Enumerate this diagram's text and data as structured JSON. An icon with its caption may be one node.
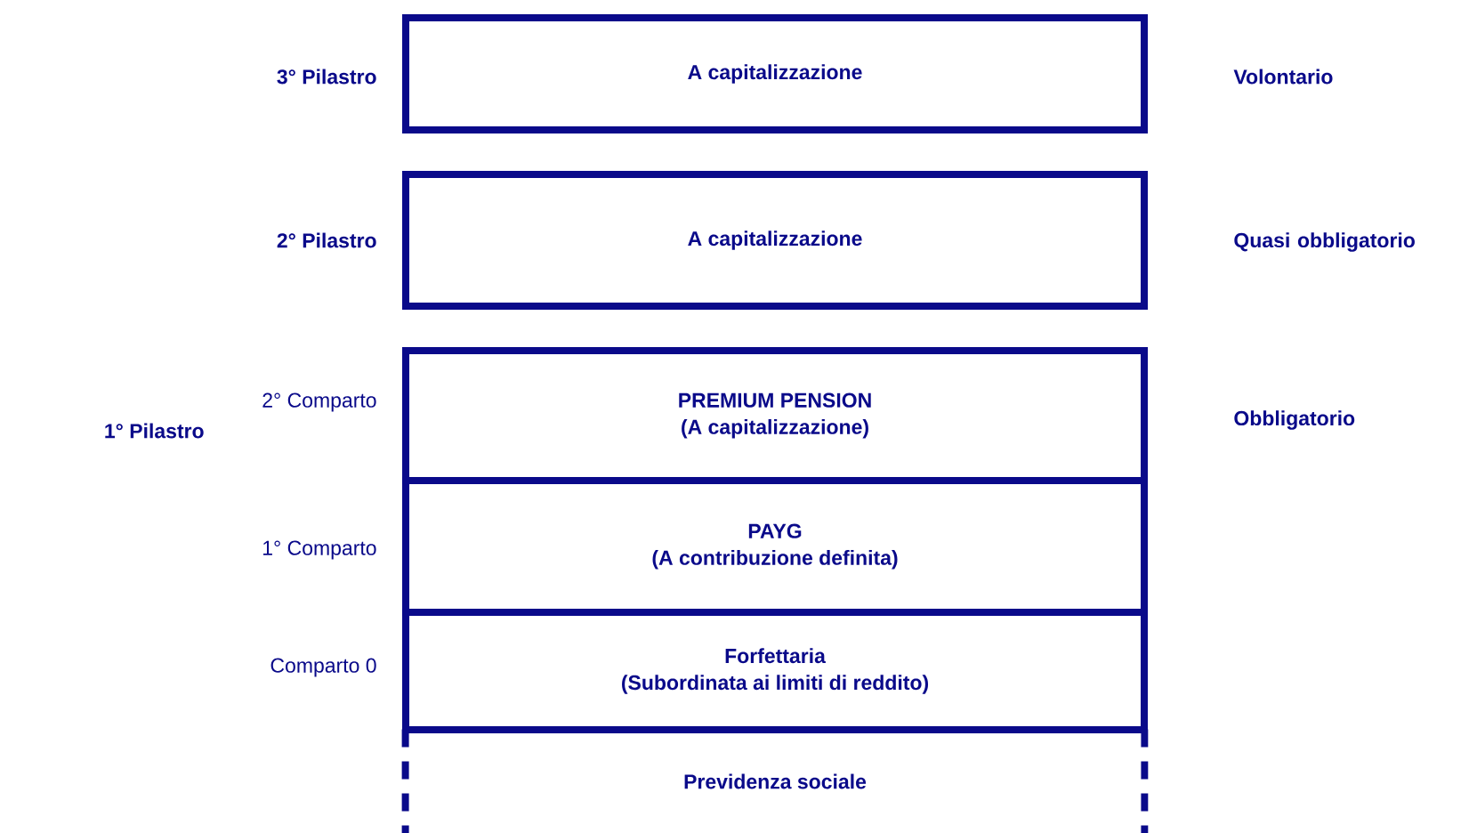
{
  "diagram": {
    "nodes": [
      {
        "text": [
          "A capitalizzazione"
        ],
        "beside": [
          "3° Pilastro"
        ]
      },
      {
        "text": [
          "A capitalizzazione"
        ],
        "beside": [
          "2° Pilastro"
        ]
      },
      {
        "text": [
          "PREMIUM PENSION",
          "(A capitalizzazione)"
        ],
        "beside": [
          "2° Comparto"
        ]
      },
      {
        "text": [
          "PAYG",
          "(A contribuzione definita)"
        ],
        "beside": [
          "1° Comparto"
        ]
      },
      {
        "text": [
          "Forfettaria",
          "(Subordinata ai limiti di reddito)"
        ],
        "beside": [
          "Comparto 0"
        ]
      },
      {
        "text": [
          "Previdenza sociale"
        ]
      }
    ],
    "labels": [
      "Volontario",
      "Quasi obbligatorio",
      "1° Pilastro",
      "Obbligatorio"
    ]
  }
}
